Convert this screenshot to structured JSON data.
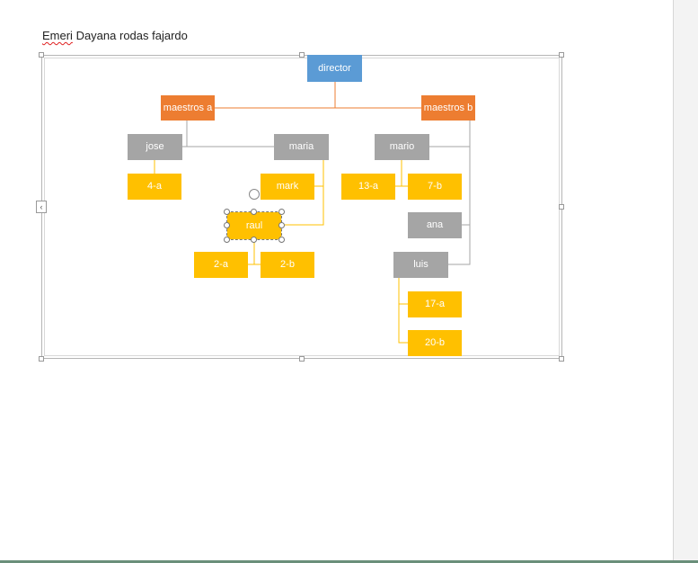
{
  "document": {
    "text_first_word": "Emeri",
    "text_rest": " Dayana rodas fajardo"
  },
  "org_chart": {
    "colors": {
      "blue": "#5b9bd5",
      "orange": "#ed7d31",
      "gray": "#a5a5a5",
      "yellow": "#ffc000",
      "connector_orange": "#ed7d31",
      "connector_gray": "#a5a5a5",
      "connector_yellow": "#ffc000"
    },
    "nodes": {
      "director": "director",
      "maestros_a": "maestros a",
      "maestros_b": "maestros b",
      "jose": "jose",
      "maria": "maria",
      "mario": "mario",
      "four_a": "4-a",
      "mark": "mark",
      "thirteen_a": "13-a",
      "seven_b": "7-b",
      "raul": "raul",
      "ana": "ana",
      "two_a": "2-a",
      "two_b": "2-b",
      "luis": "luis",
      "seventeen_a": "17-a",
      "twenty_b": "20-b"
    },
    "selected_node": "raul"
  }
}
